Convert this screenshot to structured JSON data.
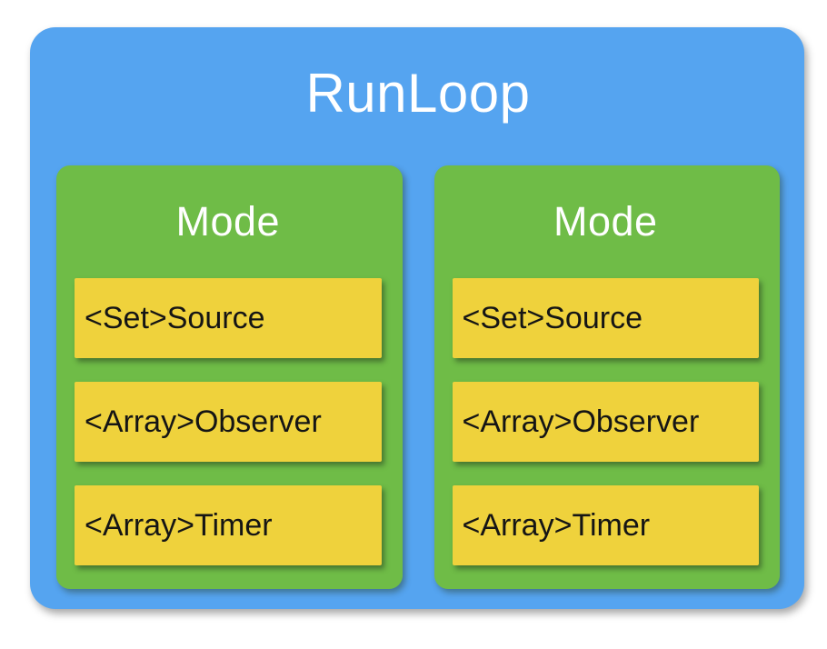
{
  "diagram": {
    "title": "RunLoop",
    "colors": {
      "outer": "#55a4f0",
      "mode": "#6fbc47",
      "item": "#efd23c",
      "title_text": "#ffffff",
      "item_text": "#151515"
    },
    "modes": [
      {
        "label": "Mode",
        "items": [
          "<Set>Source",
          "<Array>Observer",
          "<Array>Timer"
        ]
      },
      {
        "label": "Mode",
        "items": [
          "<Set>Source",
          "<Array>Observer",
          "<Array>Timer"
        ]
      }
    ]
  }
}
